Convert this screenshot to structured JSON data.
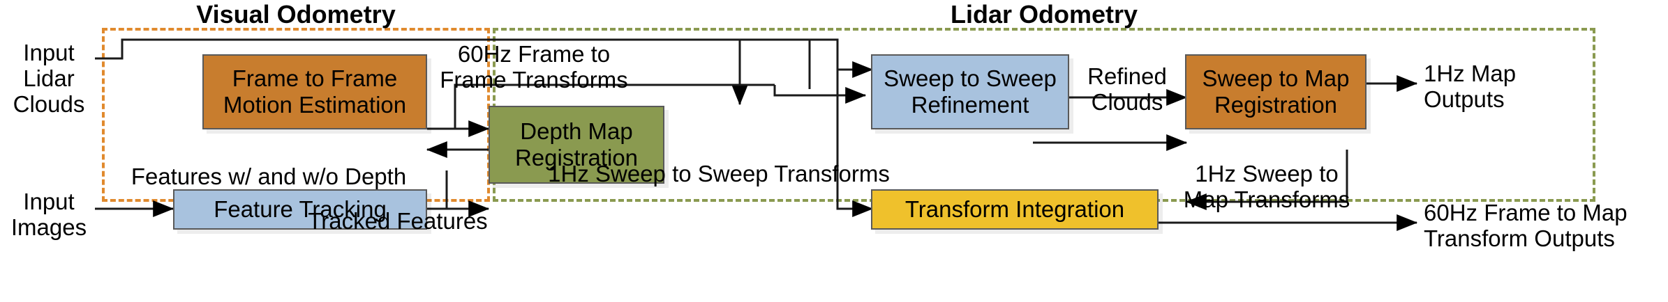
{
  "diagram": {
    "type": "block-diagram",
    "title_visual": "Visual Odometry",
    "title_lidar": "Lidar Odometry"
  },
  "groups": [
    {
      "id": "visual",
      "label": "Visual Odometry",
      "border_color": "#E08A2E"
    },
    {
      "id": "lidar",
      "label": "Lidar Odometry",
      "border_color": "#8A9A50"
    }
  ],
  "nodes": [
    {
      "id": "frame-to-frame",
      "line1": "Frame to Frame",
      "line2": "Motion Estimation",
      "color": "#C87D2E"
    },
    {
      "id": "depth-map",
      "line1": "Depth Map",
      "line2": "Registration",
      "color": "#8A9A50"
    },
    {
      "id": "feature-tracking",
      "line1": "Feature Tracking",
      "line2": "",
      "color": "#A8C2DE"
    },
    {
      "id": "sweep-to-sweep",
      "line1": "Sweep to Sweep",
      "line2": "Refinement",
      "color": "#A8C2DE"
    },
    {
      "id": "sweep-to-map",
      "line1": "Sweep to Map",
      "line2": "Registration",
      "color": "#C87D2E"
    },
    {
      "id": "transform-integration",
      "line1": "Transform Integration",
      "line2": "",
      "color": "#EFC12C"
    }
  ],
  "edge_labels": {
    "input_lidar_clouds": "Input Lidar\nClouds",
    "input_images": "Input\nImages",
    "frame_transforms": "60Hz Frame to\nFrame Transforms",
    "features_depth": "Features w/ and w/o Depth",
    "tracked_features": "Tracked Features",
    "refined_clouds": "Refined\nClouds",
    "sweep_to_sweep_transforms": "1Hz Sweep to Sweep Transforms",
    "sweep_to_map_transforms": "1Hz Sweep to\nMap Transforms",
    "map_outputs": "1Hz Map\nOutputs",
    "frame_to_map_outputs": "60Hz Frame to Map\nTransform Outputs"
  }
}
